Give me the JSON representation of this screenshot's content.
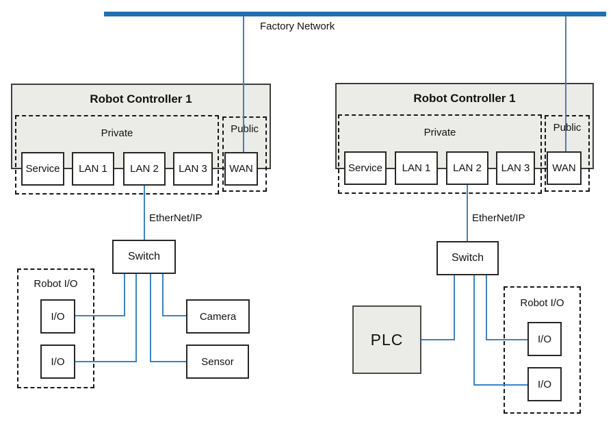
{
  "factory": {
    "label": "Factory Network"
  },
  "controllers": {
    "left": {
      "title": "Robot Controller 1",
      "private_label": "Private",
      "public_label": "Public",
      "ports": {
        "service": "Service",
        "lan1": "LAN 1",
        "lan2": "LAN 2",
        "lan3": "LAN 3",
        "wan": "WAN"
      },
      "ethernet_label": "EtherNet/IP",
      "switch_label": "Switch"
    },
    "right": {
      "title": "Robot Controller 1",
      "private_label": "Private",
      "public_label": "Public",
      "ports": {
        "service": "Service",
        "lan1": "LAN 1",
        "lan2": "LAN 2",
        "lan3": "LAN 3",
        "wan": "WAN"
      },
      "ethernet_label": "EtherNet/IP",
      "switch_label": "Switch"
    }
  },
  "left_cell": {
    "robot_io_label": "Robot I/O",
    "io_top": "I/O",
    "io_bottom": "I/O",
    "camera": "Camera",
    "sensor": "Sensor"
  },
  "right_cell": {
    "robot_io_label": "Robot I/O",
    "io_top": "I/O",
    "io_bottom": "I/O",
    "plc": "PLC"
  },
  "colors": {
    "network_bar": "#1b72b8",
    "connector": "#3b82c0",
    "panel_fill": "#ebebe8",
    "box_border": "#262626",
    "panel_border": "#3c3c3c"
  }
}
